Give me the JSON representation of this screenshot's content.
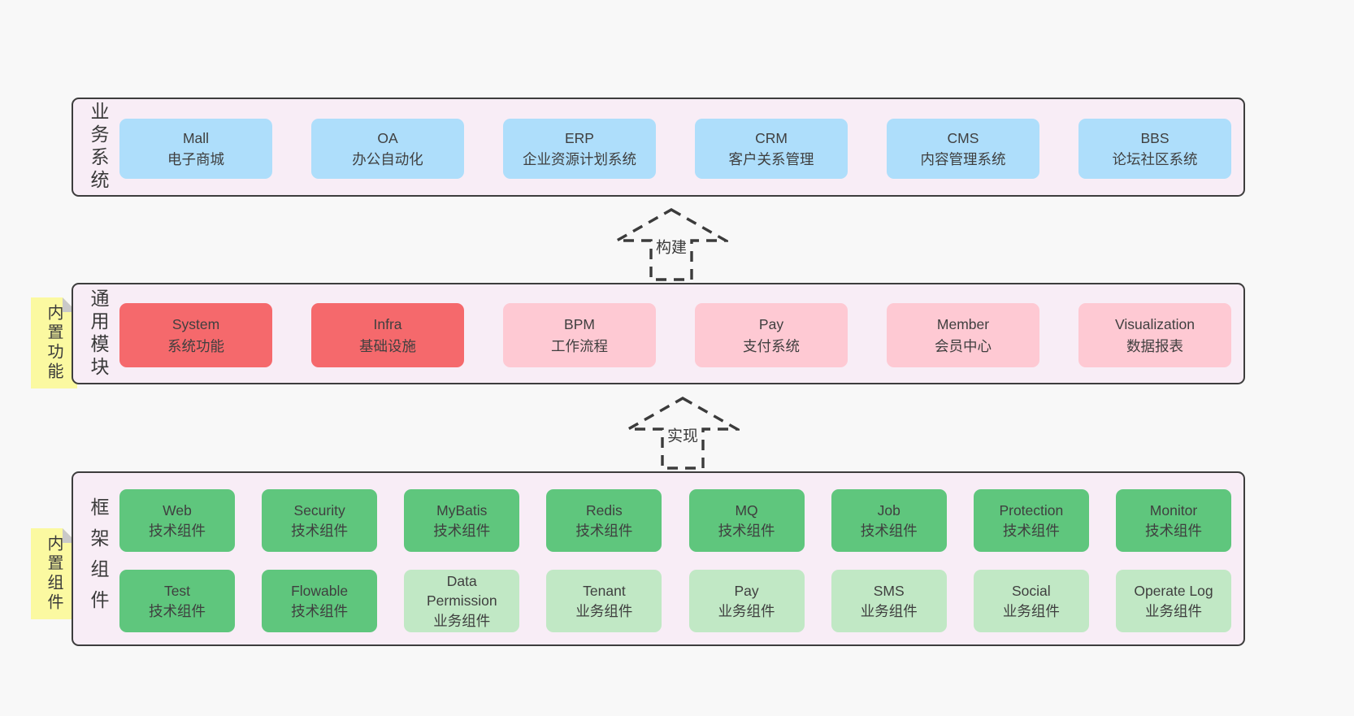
{
  "colors": {
    "page_bg": "#f8f8f8",
    "panel_bg": "#f8edf6",
    "panel_border": "#3d3d3d",
    "box_blue": "#aedefb",
    "box_red": "#f5696c",
    "box_pink": "#fec9d3",
    "box_green": "#5fc67d",
    "box_green_light": "#c1e8c5",
    "note_yellow": "#fbf9a1",
    "note_fold_gray": "#c9c9c9",
    "text": "#3f3f3f"
  },
  "arrows": [
    {
      "label": "构建"
    },
    {
      "label": "实现"
    }
  ],
  "sections": [
    {
      "id": "business-systems",
      "label": "业务系统",
      "boxes": [
        {
          "title": "Mall",
          "subtitle": "电子商城",
          "color": "blue"
        },
        {
          "title": "OA",
          "subtitle": "办公自动化",
          "color": "blue"
        },
        {
          "title": "ERP",
          "subtitle": "企业资源计划系统",
          "color": "blue"
        },
        {
          "title": "CRM",
          "subtitle": "客户关系管理",
          "color": "blue"
        },
        {
          "title": "CMS",
          "subtitle": "内容管理系统",
          "color": "blue"
        },
        {
          "title": "BBS",
          "subtitle": "论坛社区系统",
          "color": "blue"
        }
      ]
    },
    {
      "id": "common-modules",
      "label": "通用模块",
      "note": "内置功能",
      "boxes": [
        {
          "title": "System",
          "subtitle": "系统功能",
          "color": "red"
        },
        {
          "title": "Infra",
          "subtitle": "基础设施",
          "color": "red"
        },
        {
          "title": "BPM",
          "subtitle": "工作流程",
          "color": "pink"
        },
        {
          "title": "Pay",
          "subtitle": "支付系统",
          "color": "pink"
        },
        {
          "title": "Member",
          "subtitle": "会员中心",
          "color": "pink"
        },
        {
          "title": "Visualization",
          "subtitle": "数据报表",
          "color": "pink"
        }
      ]
    },
    {
      "id": "framework-components",
      "label": "框架组件",
      "note": "内置组件",
      "rows": [
        [
          {
            "title": "Web",
            "subtitle": "技术组件",
            "color": "green"
          },
          {
            "title": "Security",
            "subtitle": "技术组件",
            "color": "green"
          },
          {
            "title": "MyBatis",
            "subtitle": "技术组件",
            "color": "green"
          },
          {
            "title": "Redis",
            "subtitle": "技术组件",
            "color": "green"
          },
          {
            "title": "MQ",
            "subtitle": "技术组件",
            "color": "green"
          },
          {
            "title": "Job",
            "subtitle": "技术组件",
            "color": "green"
          },
          {
            "title": "Protection",
            "subtitle": "技术组件",
            "color": "green"
          },
          {
            "title": "Monitor",
            "subtitle": "技术组件",
            "color": "green"
          }
        ],
        [
          {
            "title": "Test",
            "subtitle": "技术组件",
            "color": "green"
          },
          {
            "title": "Flowable",
            "subtitle": "技术组件",
            "color": "green"
          },
          {
            "title": "Data Permission",
            "subtitle": "业务组件",
            "color": "green-light"
          },
          {
            "title": "Tenant",
            "subtitle": "业务组件",
            "color": "green-light"
          },
          {
            "title": "Pay",
            "subtitle": "业务组件",
            "color": "green-light"
          },
          {
            "title": "SMS",
            "subtitle": "业务组件",
            "color": "green-light"
          },
          {
            "title": "Social",
            "subtitle": "业务组件",
            "color": "green-light"
          },
          {
            "title": "Operate Log",
            "subtitle": "业务组件",
            "color": "green-light"
          }
        ]
      ]
    }
  ]
}
